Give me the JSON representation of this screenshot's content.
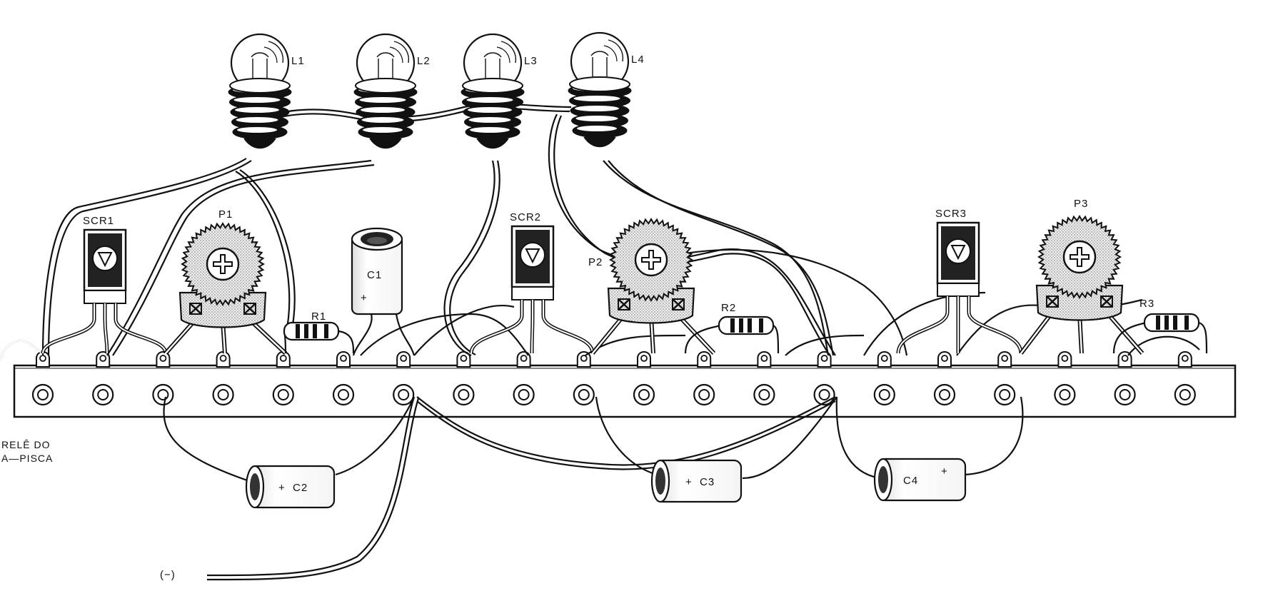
{
  "lamps": [
    {
      "id": "l1",
      "label": "L1"
    },
    {
      "id": "l2",
      "label": "L2"
    },
    {
      "id": "l3",
      "label": "L3"
    },
    {
      "id": "l4",
      "label": "L4"
    }
  ],
  "scrs": [
    {
      "id": "scr1",
      "label": "SCR1"
    },
    {
      "id": "scr2",
      "label": "SCR2"
    },
    {
      "id": "scr3",
      "label": "SCR3"
    }
  ],
  "pots": [
    {
      "id": "p1",
      "label": "P1"
    },
    {
      "id": "p2",
      "label": "P2"
    },
    {
      "id": "p3",
      "label": "P3"
    }
  ],
  "resistors": [
    {
      "id": "r1",
      "label": "R1"
    },
    {
      "id": "r2",
      "label": "R2"
    },
    {
      "id": "r3",
      "label": "R3"
    }
  ],
  "capacitors": {
    "c1": {
      "label": "C1",
      "polarity": "+"
    },
    "c2": {
      "label": "C2",
      "polarity": "+"
    },
    "c3": {
      "label": "C3",
      "polarity": "+"
    },
    "c4": {
      "label": "C4",
      "polarity": "+"
    }
  },
  "annotations": {
    "relay_line1": "RELÊ DO",
    "relay_line2": "A—PISCA",
    "negative": "(−)"
  },
  "colors": {
    "ink": "#111111",
    "stipple": "#d9d9d9",
    "paper": "#ffffff"
  }
}
